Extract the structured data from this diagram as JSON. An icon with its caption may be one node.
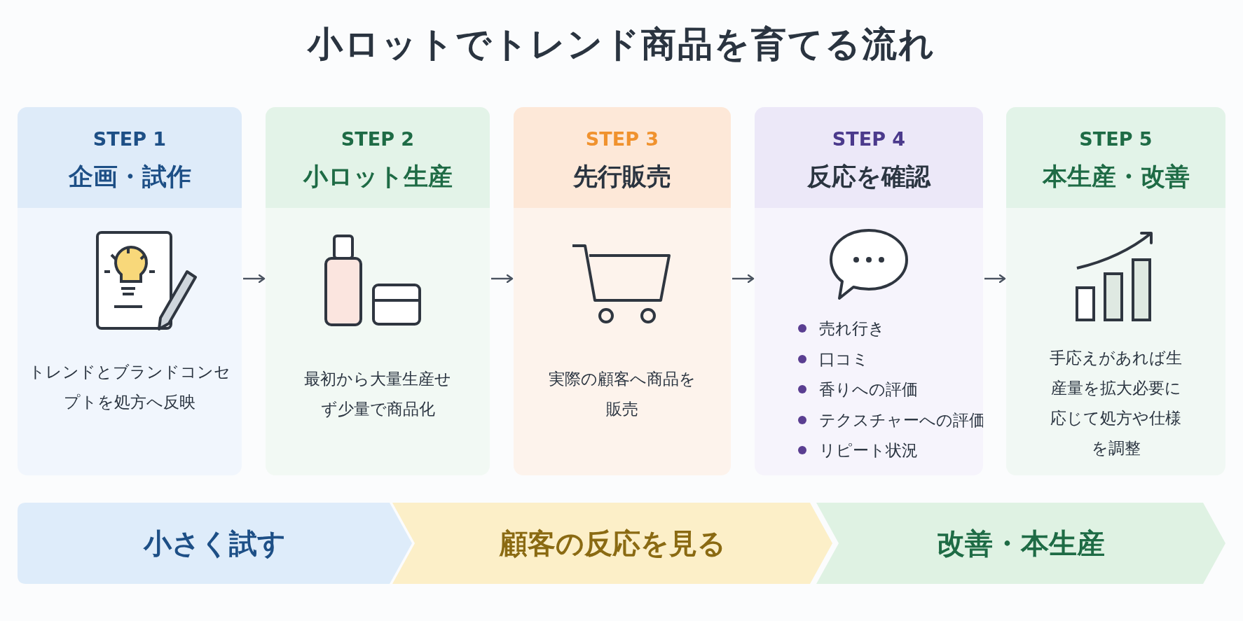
{
  "diagram": {
    "title": "小ロットでトレンド商品を育てる流れ",
    "nodes": [
      {
        "text": [
          "STEP 1",
          "企画・試作",
          "トレンドとブランドコンセプトを処方へ反映"
        ]
      },
      {
        "text": [
          "STEP 2",
          "小ロット生産",
          "最初から大量生産せず少量で商品化"
        ]
      },
      {
        "text": [
          "STEP 3",
          "先行販売",
          "実際の顧客へ商品を販売"
        ]
      },
      {
        "text": [
          "STEP 4",
          "反応を確認",
          "売れ行き",
          "口コミ",
          "香りへの評価",
          "テクスチャーへの評価",
          "リピート状況"
        ]
      },
      {
        "text": [
          "STEP 5",
          "本生産・改善",
          "手応えがあれば生産量を拡大必要に応じて処方や仕様を調整"
        ]
      },
      {
        "text": [
          "小さく試す"
        ]
      },
      {
        "text": [
          "顧客の反応を見る"
        ]
      },
      {
        "text": [
          "改善・本生産"
        ]
      }
    ],
    "edges": [
      {
        "from": 0,
        "to": 1,
        "arrow": "to"
      },
      {
        "from": 1,
        "to": 2,
        "arrow": "to"
      },
      {
        "from": 2,
        "to": 3,
        "arrow": "to"
      },
      {
        "from": 3,
        "to": 4,
        "arrow": "to"
      }
    ]
  }
}
